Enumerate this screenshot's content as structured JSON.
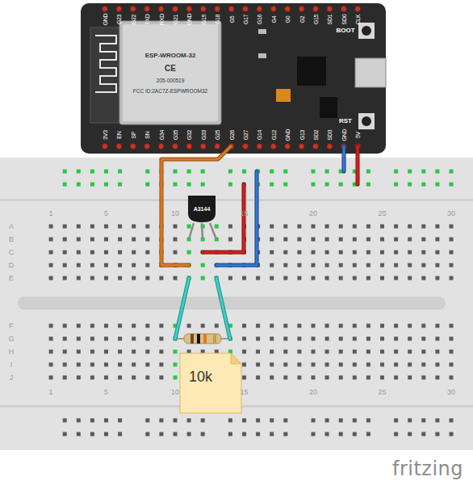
{
  "diagram": {
    "nodes": [
      {
        "text": [
          "ESP-WROOM-32",
          "CE",
          "205-000519",
          "FCC ID:2AC7Z-ESPWROOM32"
        ]
      },
      {
        "text": [
          "A3144"
        ]
      },
      {
        "text": [
          "10k"
        ]
      }
    ],
    "labels": [
      "GND",
      "G23",
      "G22",
      "TXD",
      "RXD",
      "G21",
      "GND",
      "G19",
      "G18",
      "G5",
      "G17",
      "G16",
      "G4",
      "G0",
      "G2",
      "G15",
      "SD1",
      "SD0",
      "CLK",
      "3V3",
      "EN",
      "SP",
      "SN",
      "G34",
      "G35",
      "G32",
      "G33",
      "G25",
      "G26",
      "G27",
      "G14",
      "G12",
      "GND",
      "G13",
      "SD2",
      "SD3",
      "GND",
      "5V",
      "BOOT",
      "RST",
      "1",
      "5",
      "10",
      "15",
      "20",
      "25",
      "30",
      "A",
      "B",
      "C",
      "D",
      "E",
      "F",
      "G",
      "H",
      "I",
      "J",
      "1",
      "5",
      "10",
      "15",
      "20",
      "25",
      "30",
      "fritzing"
    ]
  }
}
